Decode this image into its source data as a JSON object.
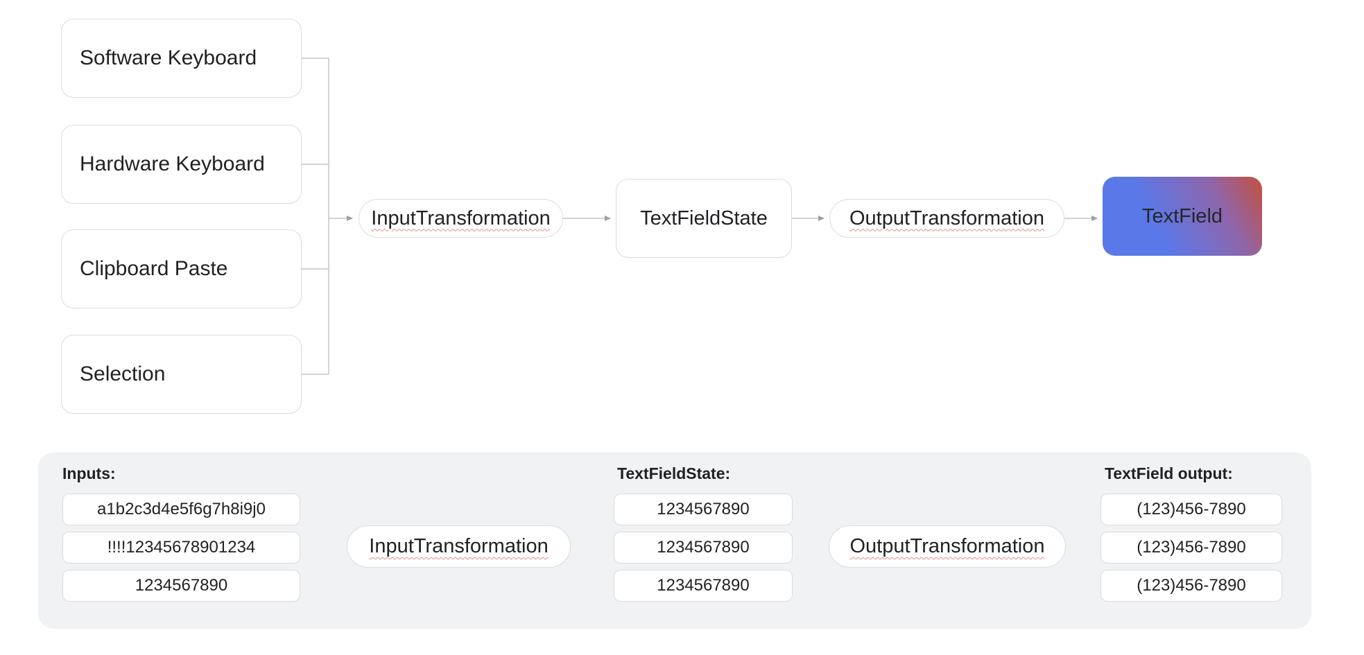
{
  "colors": {
    "text": "#202124",
    "panel_background": "#f0f2f3",
    "node_border": "#d9dbdf",
    "connector_line": "#c2c5c9",
    "arrowhead": "#9aa0a6",
    "spellcheck_squiggle": "#e09186",
    "textfield_gradient_start": "#5a78e8",
    "textfield_gradient_mid": "#8e66ac",
    "textfield_gradient_end": "#c5503e"
  },
  "top_flow": {
    "sources": [
      {
        "label": "Software Keyboard"
      },
      {
        "label": "Hardware Keyboard"
      },
      {
        "label": "Clipboard Paste"
      },
      {
        "label": "Selection"
      }
    ],
    "input_transformation_label": "InputTransformation",
    "textfield_state_label": "TextFieldState",
    "output_transformation_label": "OutputTransformation",
    "textfield_label": "TextField"
  },
  "bottom_flow": {
    "inputs_heading": "Inputs:",
    "input_values": [
      "a1b2c3d4e5f6g7h8i9j0",
      "!!!!12345678901234",
      "1234567890"
    ],
    "input_transformation_label": "InputTransformation",
    "state_heading": "TextFieldState:",
    "state_values": [
      "1234567890",
      "1234567890",
      "1234567890"
    ],
    "output_transformation_label": "OutputTransformation",
    "output_heading": "TextField output:",
    "output_values": [
      "(123)456-7890",
      "(123)456-7890",
      "(123)456-7890"
    ]
  }
}
